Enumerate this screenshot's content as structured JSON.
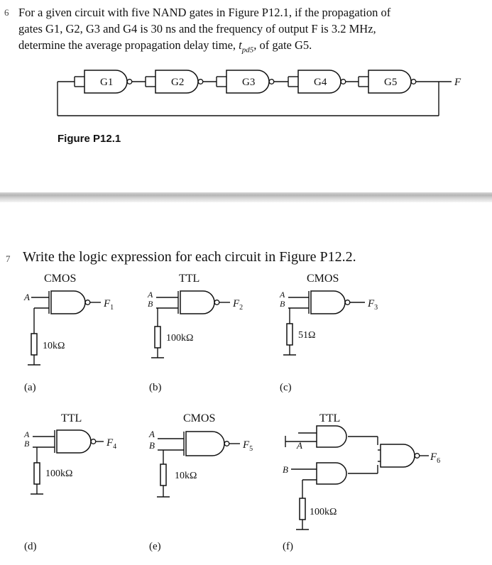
{
  "q6": {
    "number": "6",
    "lines": [
      "For a given circuit with five NAND gates in Figure P12.1, if the propagation of",
      "gates G1, G2, G3 and G4 is 30 ns and the frequency of output F is 3.2 MHz,",
      "determine the average propagation delay time, "
    ],
    "tpd_main": "t",
    "tpd_sub": "pd5",
    "tail": ", of gate G5.",
    "figure_caption": "Figure P12.1",
    "gates": [
      "G1",
      "G2",
      "G3",
      "G4",
      "G5"
    ],
    "output": "F"
  },
  "q7": {
    "number": "7",
    "text": "Write the logic expression for each circuit in Figure P12.2.",
    "circuits": [
      {
        "tech": "CMOS",
        "inputs": [
          "A"
        ],
        "output": "F",
        "sub": "1",
        "resistor": "10kΩ",
        "label": "(a)"
      },
      {
        "tech": "TTL",
        "inputs": [
          "A",
          "B"
        ],
        "output": "F",
        "sub": "2",
        "resistor": "100kΩ",
        "label": "(b)"
      },
      {
        "tech": "CMOS",
        "inputs": [
          "A",
          "B"
        ],
        "output": "F",
        "sub": "3",
        "resistor": "51Ω",
        "label": "(c)"
      },
      {
        "tech": "TTL",
        "inputs": [
          "A",
          "B"
        ],
        "output": "F",
        "sub": "4",
        "resistor": "100kΩ",
        "label": "(d)"
      },
      {
        "tech": "CMOS",
        "inputs": [
          "A",
          "B"
        ],
        "output": "F",
        "sub": "5",
        "resistor": "10kΩ",
        "label": "(e)"
      },
      {
        "tech": "TTL",
        "inputs": [
          "A",
          "B"
        ],
        "output": "F",
        "sub": "6",
        "resistor": "100kΩ",
        "label": "(f)"
      }
    ]
  }
}
